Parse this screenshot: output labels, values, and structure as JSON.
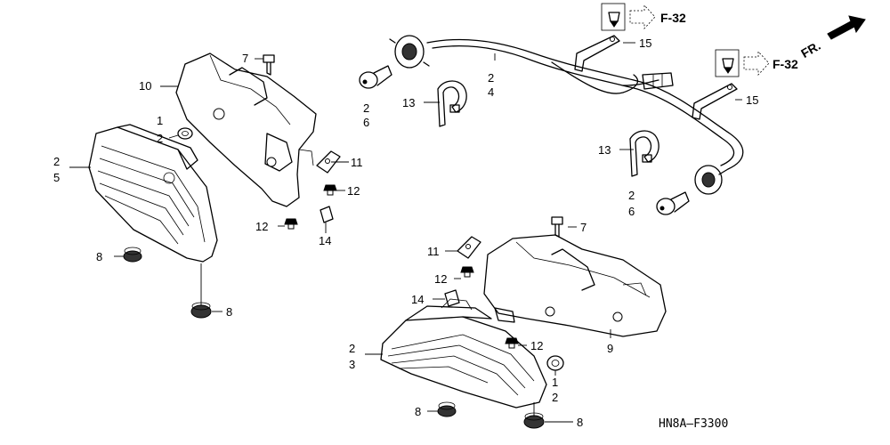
{
  "labels": {
    "l1a": "1",
    "l2a": "2",
    "l2b": "2",
    "l5": "5",
    "l7a": "7",
    "l10": "10",
    "l8a": "8",
    "l8b": "8",
    "l11a": "11",
    "l12a": "12",
    "l12b": "12",
    "l14a": "14",
    "l2c": "2",
    "l6a": "6",
    "l2d": "2",
    "l4": "4",
    "l13a": "13",
    "l13b": "13",
    "l15a": "15",
    "l15b": "15",
    "l2e": "2",
    "l6b": "6",
    "l7b": "7",
    "l11b": "11",
    "l12c": "12",
    "l14b": "14",
    "l12d": "12",
    "l9": "9",
    "l2f": "2",
    "l3": "3",
    "l1b": "1",
    "l2g": "2",
    "l8c": "8",
    "l8d": "8"
  },
  "refs": {
    "f32a": "F-32",
    "f32b": "F-32",
    "fr": "FR."
  },
  "diagram_code": "HN8A—F3300"
}
